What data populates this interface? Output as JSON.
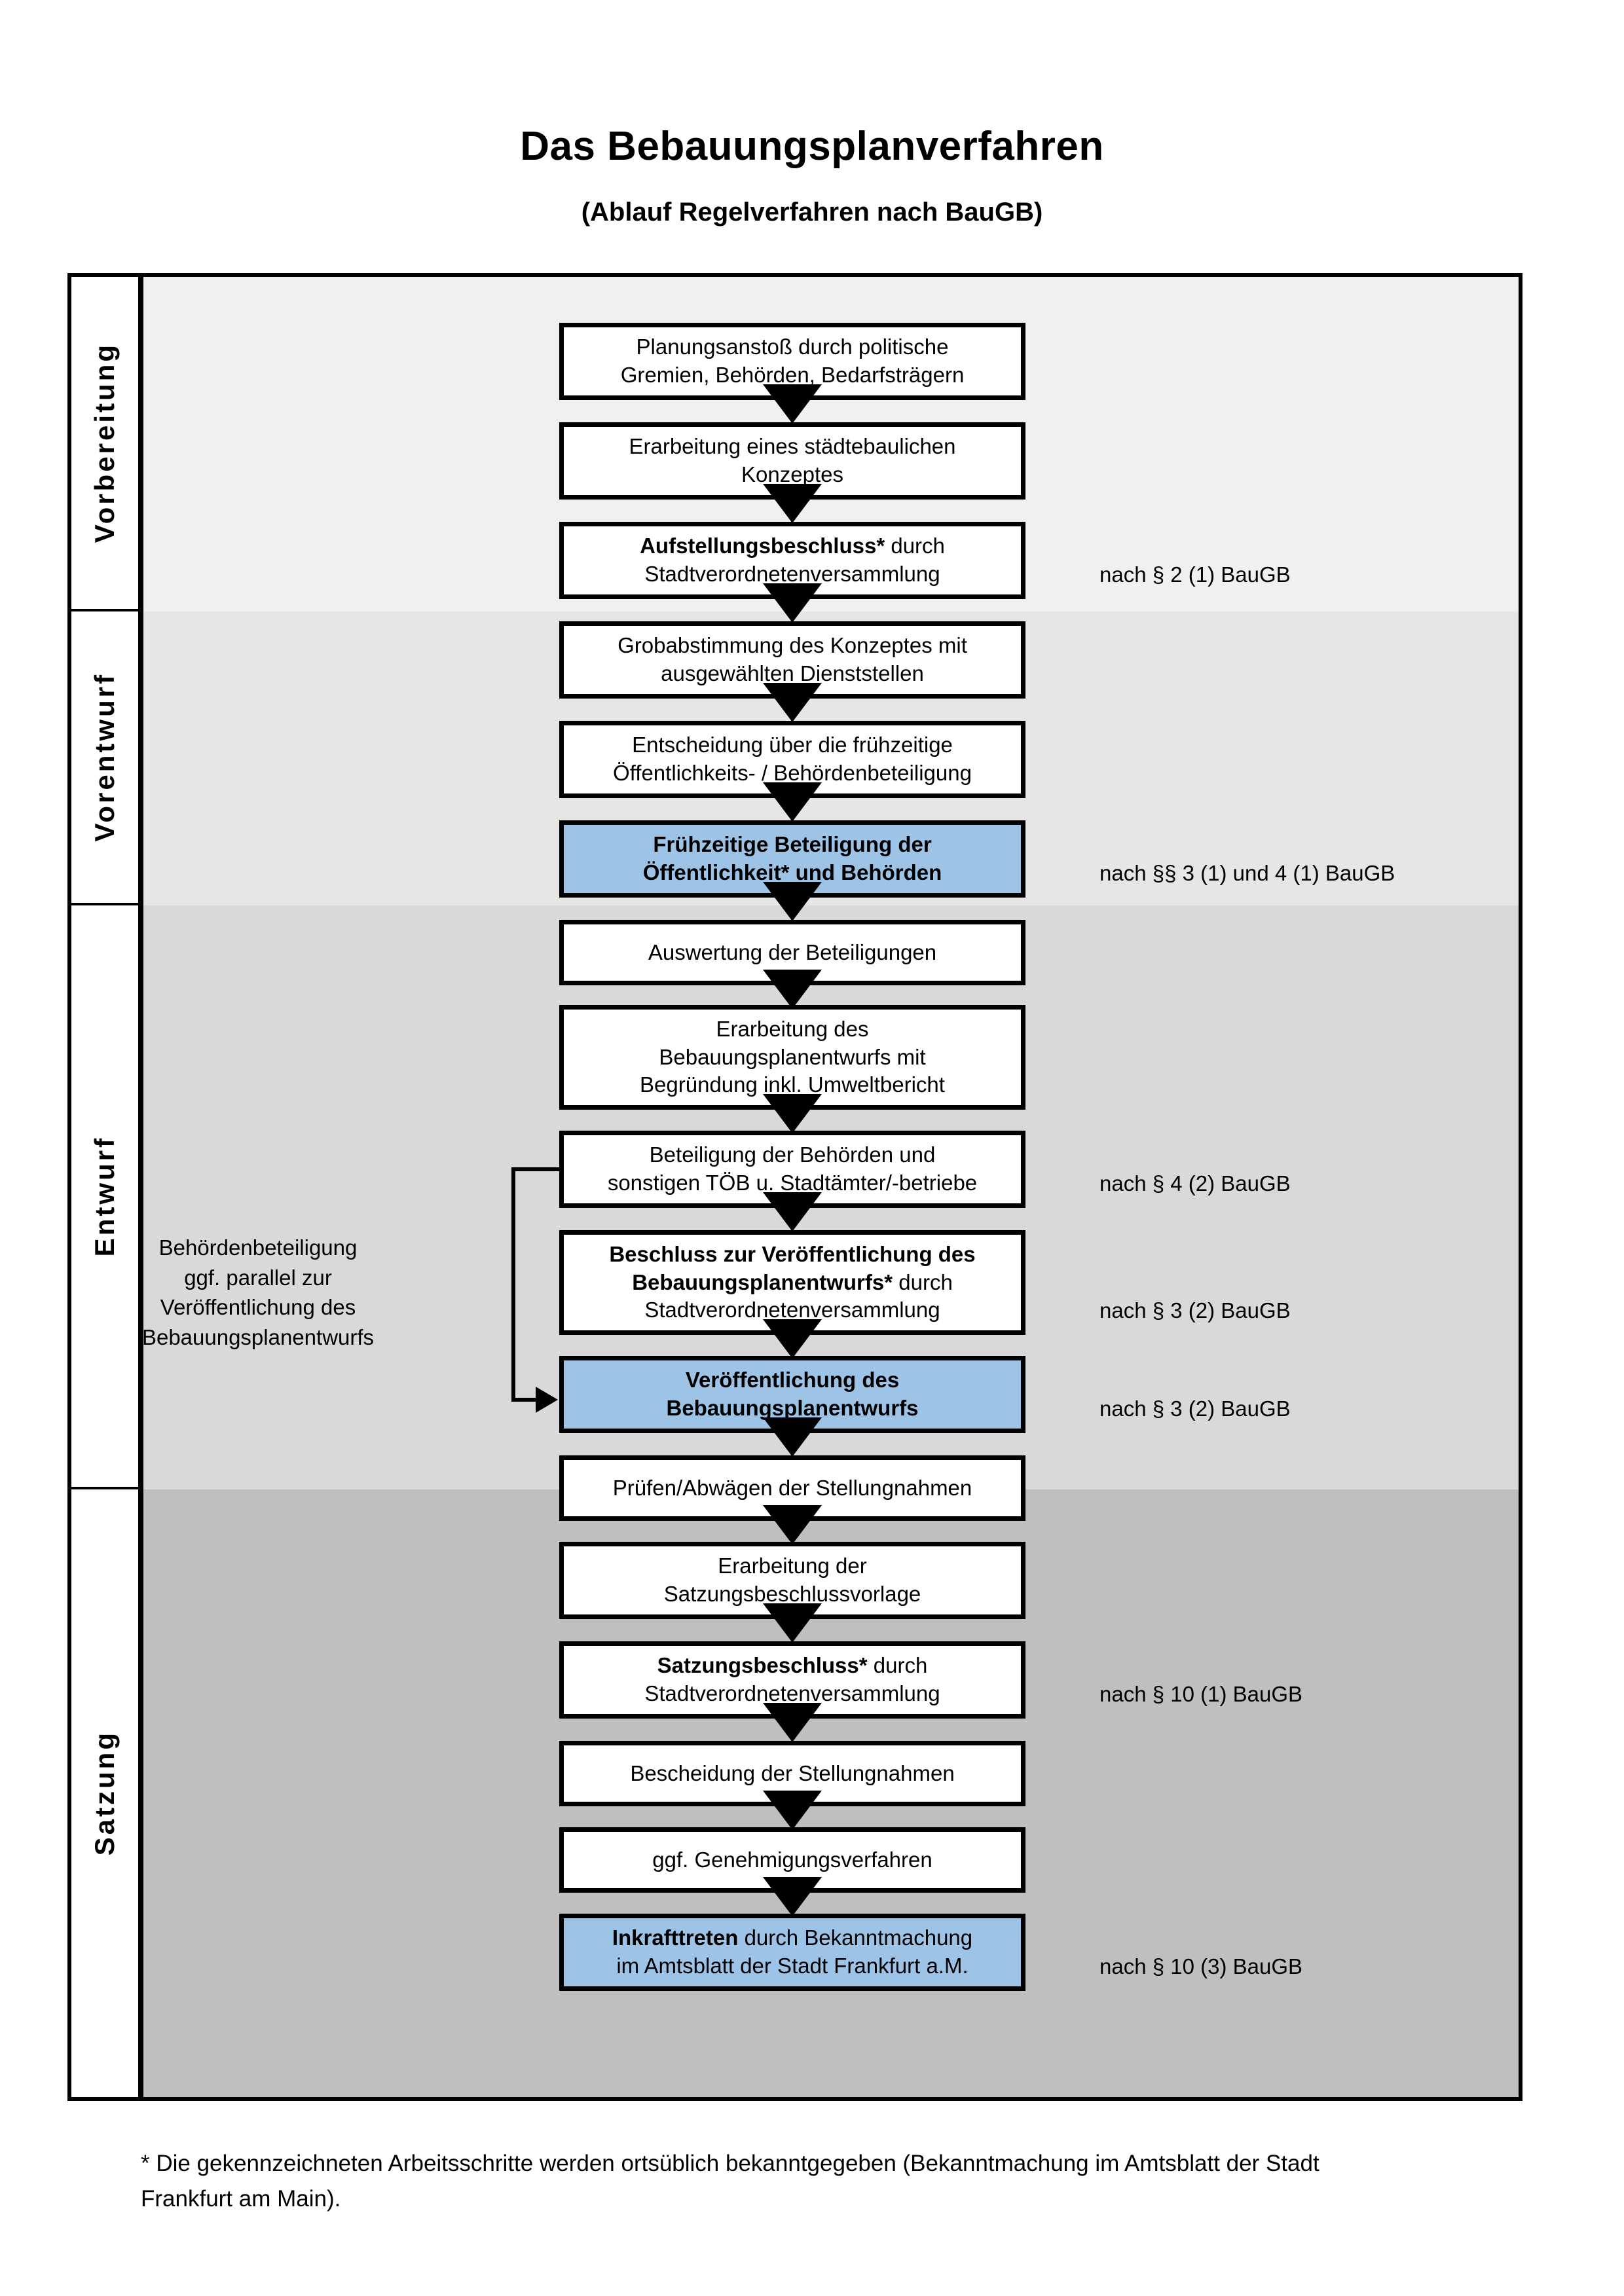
{
  "header": {
    "title": "Das Bebauungsplanverfahren",
    "subtitle": "(Ablauf Regelverfahren nach BauGB)"
  },
  "colors": {
    "highlight_blue": "#9DC3E6",
    "band_vorbereitung": "#F0F0F0",
    "band_vorentwurf": "#E6E6E6",
    "band_entwurf": "#D9D9D9",
    "band_satzung": "#BFBFBF",
    "outline": "#000000"
  },
  "phases": [
    {
      "label": "Vorbereitung",
      "band_color": "#F0F0F0"
    },
    {
      "label": "Vorentwurf",
      "band_color": "#E6E6E6"
    },
    {
      "label": "Entwurf",
      "band_color": "#D9D9D9"
    },
    {
      "label": "Satzung",
      "band_color": "#BFBFBF"
    }
  ],
  "sidenote": {
    "line1": "Behördenbeteiligung",
    "line2": "ggf. parallel zur",
    "line3": "Veröffentlichung des",
    "line4": "Bebauungsplanentwurfs"
  },
  "steps": [
    {
      "id": "planungsanstoss",
      "phase": "Vorbereitung",
      "highlight": false,
      "lines": [
        {
          "t": "Planungsanstoß durch politische",
          "bold": false
        },
        {
          "t": "Gremien, Behörden, Bedarfsträgern",
          "bold": false
        }
      ]
    },
    {
      "id": "konzept",
      "phase": "Vorbereitung",
      "highlight": false,
      "lines": [
        {
          "t": "Erarbeitung eines städtebaulichen",
          "bold": false
        },
        {
          "t": "Konzeptes",
          "bold": false
        }
      ]
    },
    {
      "id": "aufstellungsbeschluss",
      "phase": "Vorbereitung",
      "highlight": false,
      "lines": [
        {
          "t": "Aufstellungsbeschluss*",
          "bold": true
        },
        {
          "t": " durch",
          "bold": false
        },
        {
          "t": "Stadtverordnetenversammlung",
          "bold": false
        }
      ],
      "mixed": true
    },
    {
      "id": "grobabstimmung",
      "phase": "Vorentwurf",
      "highlight": false,
      "lines": [
        {
          "t": "Grobabstimmung des Konzeptes mit",
          "bold": false
        },
        {
          "t": "ausgewählten Dienststellen",
          "bold": false
        }
      ]
    },
    {
      "id": "entscheidung-fruehzeitig",
      "phase": "Vorentwurf",
      "highlight": false,
      "lines": [
        {
          "t": "Entscheidung über die frühzeitige",
          "bold": false
        },
        {
          "t": "Öffentlichkeits- / Behördenbeteiligung",
          "bold": false
        }
      ]
    },
    {
      "id": "fruehzeitige-beteiligung",
      "phase": "Vorentwurf",
      "highlight": true,
      "lines": [
        {
          "t": "Frühzeitige Beteiligung der",
          "bold": true
        },
        {
          "t": "Öffentlichkeit* und Behörden",
          "bold": true
        }
      ]
    },
    {
      "id": "auswertung",
      "phase": "Entwurf",
      "highlight": false,
      "lines": [
        {
          "t": "Auswertung der Beteiligungen",
          "bold": false
        }
      ]
    },
    {
      "id": "erarbeitung-entwurf",
      "phase": "Entwurf",
      "highlight": false,
      "lines": [
        {
          "t": "Erarbeitung des",
          "bold": false
        },
        {
          "t": "Bebauungsplanentwurfs mit",
          "bold": false
        },
        {
          "t": "Begründung inkl. Umweltbericht",
          "bold": false
        }
      ]
    },
    {
      "id": "beteiligung-behoerden",
      "phase": "Entwurf",
      "highlight": false,
      "lines": [
        {
          "t": "Beteiligung der Behörden und",
          "bold": false
        },
        {
          "t": "sonstigen TÖB u. Stadtämter/-betriebe",
          "bold": false
        }
      ]
    },
    {
      "id": "beschluss-veroeffentlichung",
      "phase": "Entwurf",
      "highlight": false,
      "lines": [
        {
          "t": "Beschluss zur Veröffentlichung des",
          "bold": true
        },
        {
          "t": "Bebauungsplanentwurfs*",
          "bold": true
        },
        {
          "t": " durch",
          "bold": false
        },
        {
          "t": "Stadtverordnetenversammlung",
          "bold": false
        }
      ],
      "mixed": true
    },
    {
      "id": "veroeffentlichung",
      "phase": "Entwurf",
      "highlight": true,
      "lines": [
        {
          "t": "Veröffentlichung des",
          "bold": true
        },
        {
          "t": "Bebauungsplanentwurfs",
          "bold": true
        }
      ]
    },
    {
      "id": "pruefen-abwaegen",
      "phase": "Satzung",
      "highlight": false,
      "lines": [
        {
          "t": "Prüfen/Abwägen der Stellungnahmen",
          "bold": false
        }
      ]
    },
    {
      "id": "satzungsbeschlussvorlage",
      "phase": "Satzung",
      "highlight": false,
      "lines": [
        {
          "t": "Erarbeitung der",
          "bold": false
        },
        {
          "t": "Satzungsbeschlussvorlage",
          "bold": false
        }
      ]
    },
    {
      "id": "satzungsbeschluss",
      "phase": "Satzung",
      "highlight": false,
      "lines": [
        {
          "t": "Satzungsbeschluss*",
          "bold": true
        },
        {
          "t": " durch",
          "bold": false
        },
        {
          "t": "Stadtverordnetenversammlung",
          "bold": false
        }
      ],
      "mixed": true
    },
    {
      "id": "bescheidung",
      "phase": "Satzung",
      "highlight": false,
      "lines": [
        {
          "t": "Bescheidung der Stellungnahmen",
          "bold": false
        }
      ]
    },
    {
      "id": "genehmigungsverfahren",
      "phase": "Satzung",
      "highlight": false,
      "lines": [
        {
          "t": "ggf. Genehmigungsverfahren",
          "bold": false
        }
      ]
    },
    {
      "id": "inkrafttreten",
      "phase": "Satzung",
      "highlight": true,
      "lines": [
        {
          "t": "Inkrafttreten",
          "bold": true
        },
        {
          "t": " durch Bekanntmachung",
          "bold": false
        },
        {
          "t": "im Amtsblatt der Stadt Frankfurt a.M.",
          "bold": false
        }
      ],
      "mixed": true
    }
  ],
  "references": [
    {
      "for": "aufstellungsbeschluss",
      "text": "nach § 2 (1) BauGB"
    },
    {
      "for": "fruehzeitige-beteiligung",
      "text": "nach §§ 3 (1) und 4 (1) BauGB"
    },
    {
      "for": "beteiligung-behoerden",
      "text": "nach § 4 (2) BauGB"
    },
    {
      "for": "beschluss-veroeffentlichung",
      "text": "nach § 3 (2) BauGB"
    },
    {
      "for": "veroeffentlichung",
      "text": "nach § 3 (2) BauGB"
    },
    {
      "for": "satzungsbeschluss",
      "text": "nach § 10 (1) BauGB"
    },
    {
      "for": "inkrafttreten",
      "text": "nach § 10 (3) BauGB"
    }
  ],
  "footnote": {
    "line1": "* Die gekennzeichneten Arbeitsschritte werden ortsüblich bekanntgegeben (Bekanntmachung im Amtsblatt  der Stadt",
    "line2": "Frankfurt am Main)."
  }
}
